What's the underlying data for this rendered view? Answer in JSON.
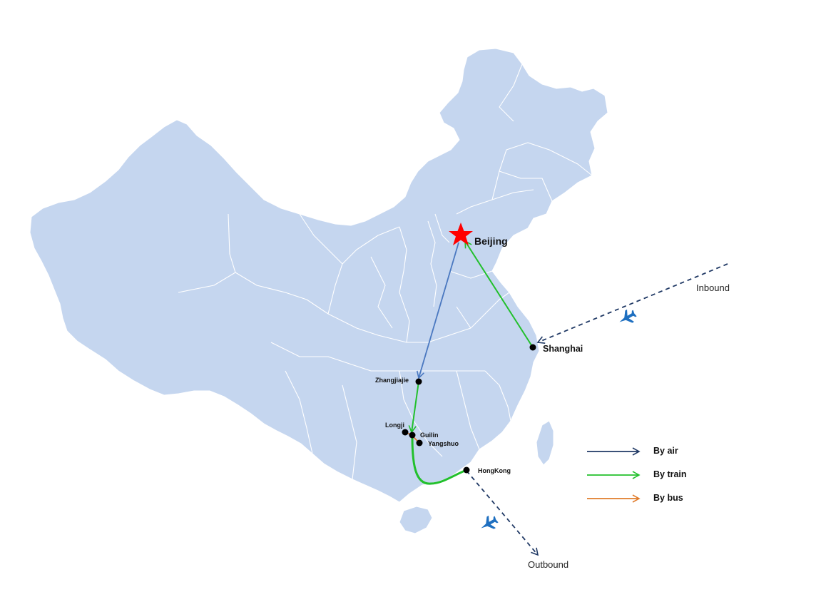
{
  "cities": {
    "beijing": "Beijing",
    "shanghai": "Shanghai",
    "zhangjiajie": "Zhangjiajie",
    "longji": "Longji",
    "guilin": "Guilin",
    "yangshuo": "Yangshuo",
    "hongkong": "HongKong"
  },
  "annotations": {
    "inbound": "Inbound",
    "outbound": "Outbound"
  },
  "legend": {
    "air": "By air",
    "train": "By train",
    "bus": "By bus"
  },
  "colors": {
    "land": "#c5d6ef",
    "border": "#ffffff",
    "air": "#1f3864",
    "train": "#22c02c",
    "bus": "#e07b2a",
    "flight_route": "#4a78c0",
    "star": "#ff0000",
    "plane": "#1e6fc0"
  },
  "icons": [
    "star-icon",
    "plane-icon"
  ]
}
